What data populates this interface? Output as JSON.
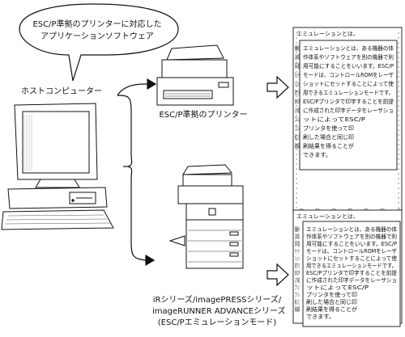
{
  "speech_bubble": {
    "line1": "ESC/P準拠のプリンターに対応した",
    "line2": "アプリケーションソフトウェア"
  },
  "host_label": "ホストコンピューター",
  "printer_label": "ESC/P準拠のプリンター",
  "device_label": {
    "line1": "iRシリーズ/imagePRESSシリーズ/",
    "line2": "imageRUNNER ADVANCEシリーズ",
    "line3": "(ESC/Pエミュレーションモード)"
  },
  "page_text": {
    "back_lines": [
      "エミュレーションとは、",
      "機器の",
      "法体系",
      "用可能",
      "モード",
      "ショッ",
      "用でき",
      "ESC/P",
      "に作成",
      "プリン",
      "プリン",
      "刷した",
      "刷結果"
    ],
    "front_lines": [
      "エミュレーションとは、ある機器の体",
      "作体系やソフトウェアを別の機器で利",
      "用可能にすることをいいます。ESC/P",
      "モードは、コントロールROMをレーザ",
      "ショットにセットすることによって使",
      "用できるエミュレーションモードです。",
      "ESC/Pプリンタで印字することを前提",
      "に作成された印字データをレーザショ",
      "ットによってESC/P",
      "プリンタを使って印",
      "刷した場合と同じ印",
      "刷結果を得ることが",
      "できます。"
    ]
  }
}
